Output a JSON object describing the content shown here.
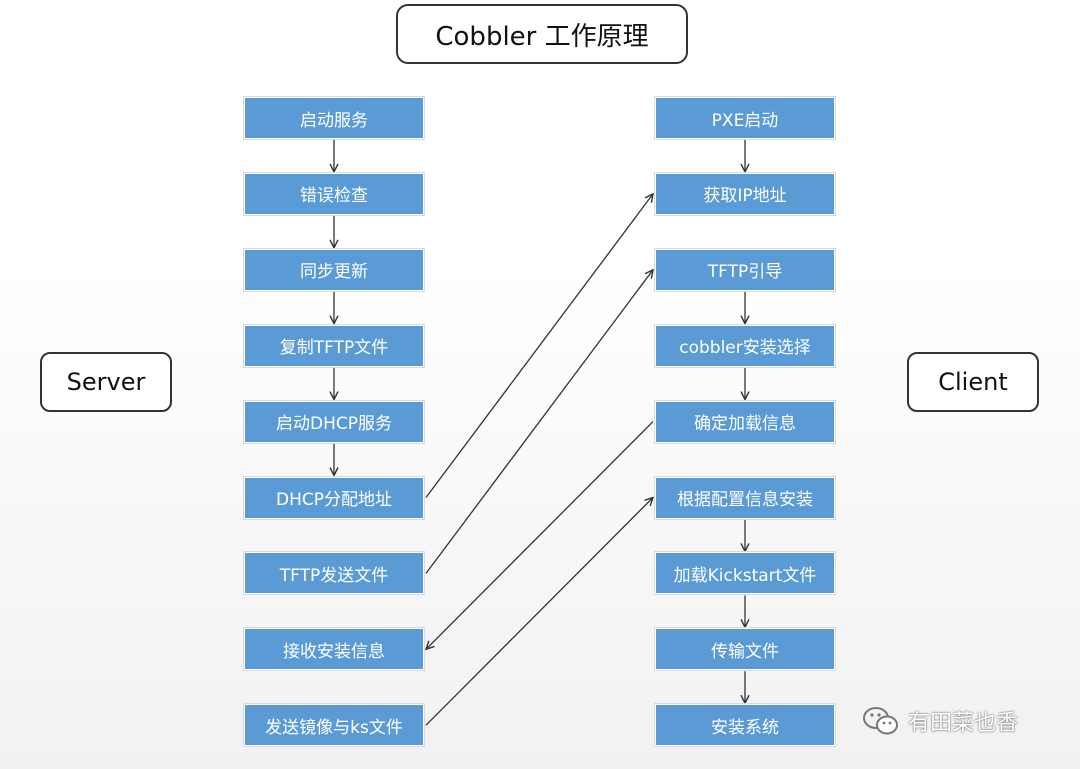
{
  "title": "Cobbler 工作原理",
  "server_label": "Server",
  "client_label": "Client",
  "server_steps": [
    "启动服务",
    "错误检查",
    "同步更新",
    "复制TFTP文件",
    "启动DHCP服务",
    "DHCP分配地址",
    "TFTP发送文件",
    "接收安装信息",
    "发送镜像与ks文件"
  ],
  "client_steps": [
    "PXE启动",
    "获取IP地址",
    "TFTP引导",
    "cobbler安装选择",
    "确定加载信息",
    "根据配置信息安装",
    "加载Kickstart文件",
    "传输文件",
    "安装系统"
  ],
  "server_flow": [
    [
      0,
      1
    ],
    [
      1,
      2
    ],
    [
      2,
      3
    ],
    [
      3,
      4
    ],
    [
      4,
      5
    ]
  ],
  "client_flow": [
    [
      0,
      1
    ],
    [
      2,
      3
    ],
    [
      3,
      4
    ],
    [
      5,
      6
    ],
    [
      6,
      7
    ],
    [
      7,
      8
    ]
  ],
  "cross_links": [
    {
      "from": "server",
      "from_index": 5,
      "to": "client",
      "to_index": 1
    },
    {
      "from": "server",
      "from_index": 6,
      "to": "client",
      "to_index": 2
    },
    {
      "from": "client",
      "from_index": 4,
      "to": "server",
      "to_index": 7
    },
    {
      "from": "server",
      "from_index": 8,
      "to": "client",
      "to_index": 5
    }
  ],
  "watermark": {
    "text": "有田菜也香",
    "icon": "wechat-icon"
  },
  "colors": {
    "step_fill": "#5b9bd5",
    "step_text": "#ffffff",
    "arrow": "#333333",
    "box_border": "#333333"
  }
}
